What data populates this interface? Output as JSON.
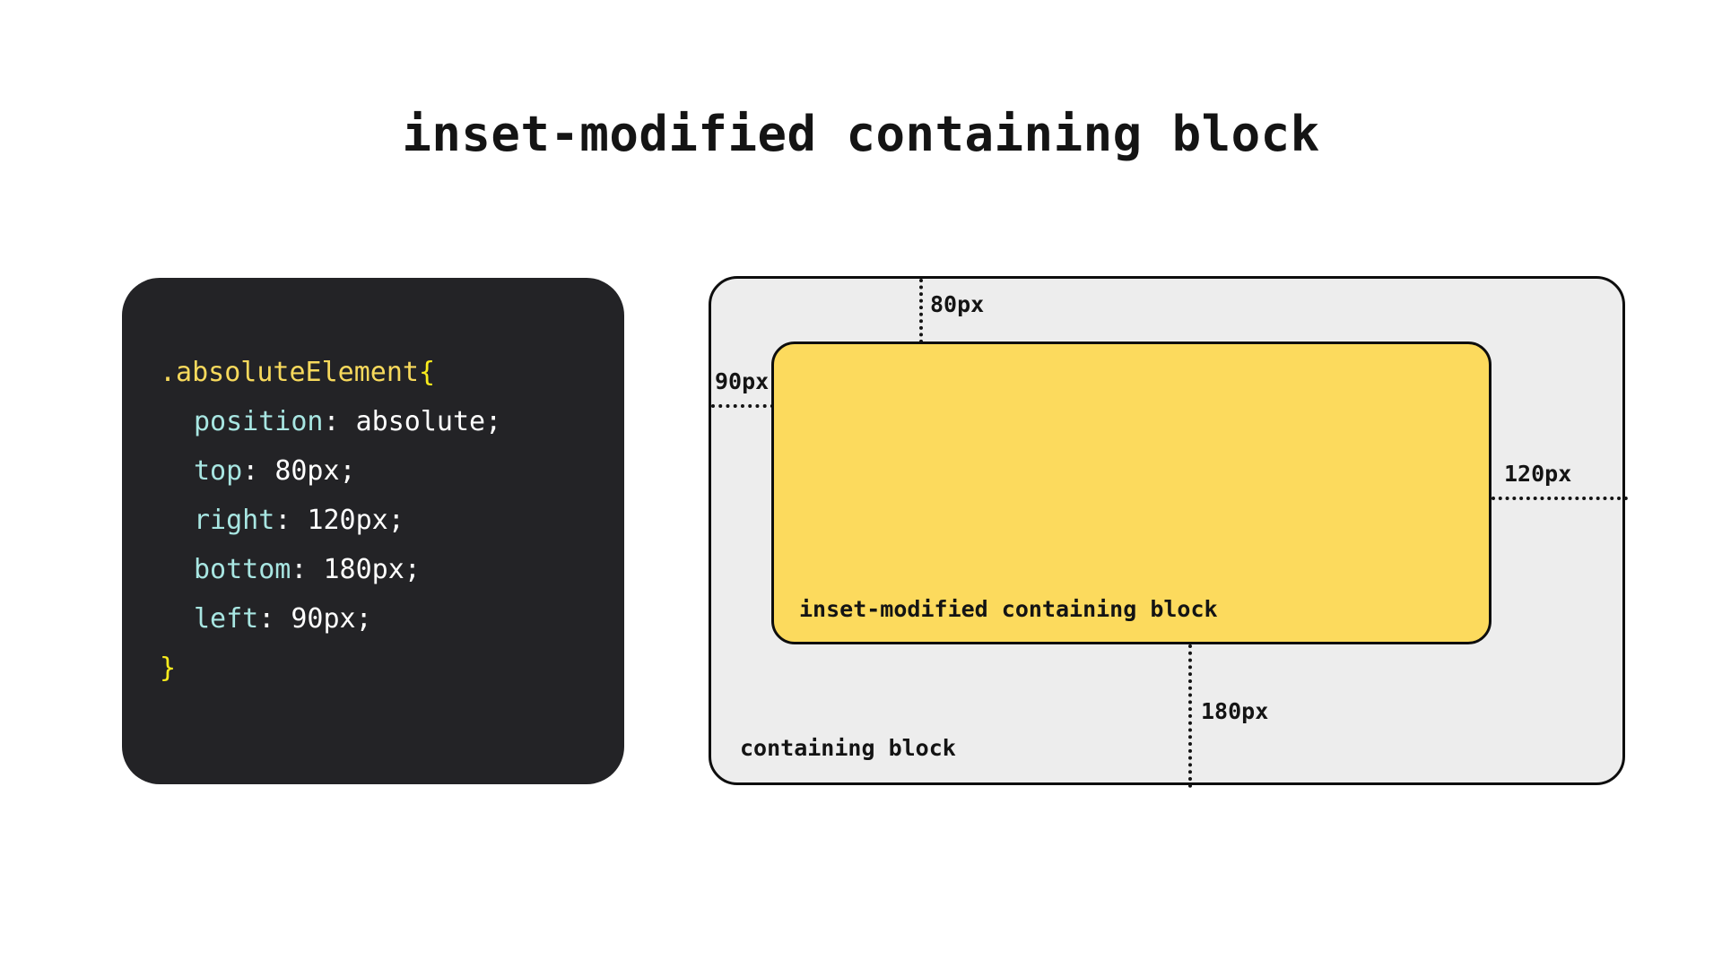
{
  "page": {
    "title": "inset-modified containing block",
    "background": "#ffffff"
  },
  "code_card": {
    "background": "#232326",
    "colors": {
      "selector": "#f7d95c",
      "brace": "#f9ec1d",
      "property": "#a8e6e2",
      "value": "#ffffff"
    },
    "lines": [
      {
        "selector": ".absoluteElement",
        "brace": "{"
      },
      {
        "property": "position",
        "colon": ": ",
        "value": "absolute;"
      },
      {
        "property": "top",
        "colon": ": ",
        "value": "80px;"
      },
      {
        "property": "right",
        "colon": ": ",
        "value": "120px;"
      },
      {
        "property": "bottom",
        "colon": ": ",
        "value": "180px;"
      },
      {
        "property": "left",
        "colon": ": ",
        "value": "90px;"
      },
      {
        "brace": "}"
      }
    ],
    "raw": ".absoluteElement{\n  position: absolute;\n  top: 80px;\n  right: 120px;\n  bottom: 180px;\n  left: 90px;\n}"
  },
  "diagram": {
    "containing_block": {
      "label": "containing block",
      "fill": "#ededed",
      "stroke": "#0e0e0e"
    },
    "inset_block": {
      "label": "inset-modified containing block",
      "fill": "#fcda5d",
      "stroke": "#0e0e0e"
    },
    "measurements": [
      {
        "name": "top",
        "label": "80px",
        "orientation": "vertical",
        "edge": "top"
      },
      {
        "name": "left",
        "label": "90px",
        "orientation": "horizontal",
        "edge": "left"
      },
      {
        "name": "right",
        "label": "120px",
        "orientation": "horizontal",
        "edge": "right"
      },
      {
        "name": "bottom",
        "label": "180px",
        "orientation": "vertical",
        "edge": "bottom"
      }
    ]
  }
}
